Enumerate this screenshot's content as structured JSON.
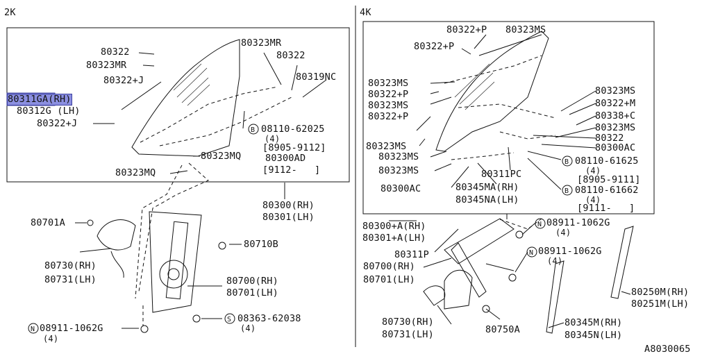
{
  "sections": {
    "left": "2K",
    "right": "4K"
  },
  "figure_code": "A8030065",
  "highlighted_part": "80311GA(RH)",
  "left_labels": {
    "p80322_a": "80322",
    "p80323MR_a": "80323MR",
    "p80322J_a": "80322+J",
    "p80311GA": "80311GA(RH)",
    "p80312G": "80312G (LH)",
    "p80322J_b": "80322+J",
    "p80323MR_b": "80323MR",
    "p80322_b": "80322",
    "p80319NC": "80319NC",
    "bolt_08110_62025": "08110-62025",
    "qty_4_a": "(4)",
    "range_8905_9112": "[8905-9112]",
    "p80300AD": "80300AD",
    "range_9112": "[9112-   ]",
    "p80323MQ_a": "80323MQ",
    "p80323MQ_b": "80323MQ",
    "p80300RH": "80300(RH)",
    "p80301LH": "80301(LH)",
    "p80701A": "80701A",
    "p80710B": "80710B",
    "p80730RH": "80730(RH)",
    "p80731LH": "80731(LH)",
    "p80700RH": "80700(RH)",
    "p80701LH": "80701(LH)",
    "nut_08911_1062G": "08911-1062G",
    "qty_4_b": "(4)",
    "screw_08363_62038": "08363-62038",
    "qty_4_c": "(4)"
  },
  "right_labels": {
    "p80322P_a": "80322+P",
    "p80323MS_a": "80323MS",
    "p80322P_b": "80322+P",
    "p80323MS_b": "80323MS",
    "p80322P_c": "80322+P",
    "p80323MS_c": "80323MS",
    "p80322P_d": "80322+P",
    "p80323MS_d": "80323MS",
    "p80323MS_e": "80323MS",
    "p80323MS_f": "80323MS",
    "p80300AC_a": "80300AC",
    "p80323MS_g": "80323MS",
    "p80322M": "80322+M",
    "p80338C": "80338+C",
    "p80323MS_h": "80323MS",
    "p80322": "80322",
    "p80300AC_b": "80300AC",
    "bolt_08110_61625": "08110-61625",
    "qty_4_d": "(4)",
    "range_8905_9111": "[8905-9111]",
    "bolt_08110_61662": "08110-61662",
    "qty_4_e": "(4)",
    "range_9111": "[9111-   ]",
    "p80311PC": "80311PC",
    "p80345MA": "80345MA(RH)",
    "p80345NA": "80345NA(LH)",
    "p80300A_RH": "80300+A(RH)",
    "p80301A_LH": "80301+A(LH)",
    "p80311P": "80311P",
    "p80700RH": "80700(RH)",
    "p80701LH": "80701(LH)",
    "nut_08911_1062G_a": "08911-1062G",
    "qty_4_f": "(4)",
    "nut_08911_1062G_b": "08911-1062G",
    "qty_4_g": "(4)",
    "p80730RH": "80730(RH)",
    "p80731LH": "80731(LH)",
    "p80750A": "80750A",
    "p80345MRH": "80345M(RH)",
    "p80345NLH": "80345N(LH)",
    "p80250MRH": "80250M(RH)",
    "p80251MLH": "80251M(LH)"
  },
  "symbols": {
    "bolt": "B",
    "nut": "N",
    "screw": "S"
  }
}
